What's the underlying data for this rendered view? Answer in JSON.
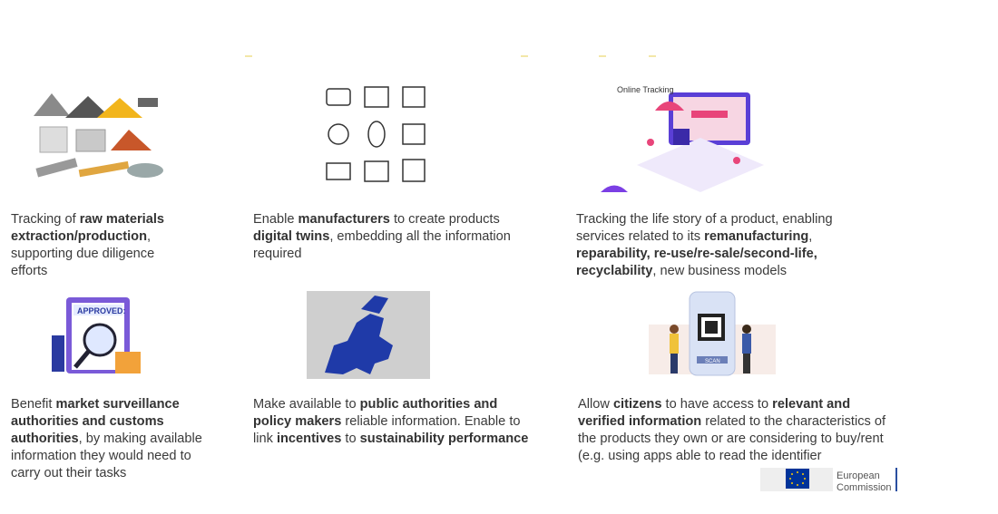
{
  "blocks": [
    {
      "id": "raw-materials",
      "segments": [
        {
          "t": "Tracking of "
        },
        {
          "t": "raw materials extraction/production",
          "b": true
        },
        {
          "t": ", supporting due diligence efforts"
        }
      ]
    },
    {
      "id": "manufacturers",
      "segments": [
        {
          "t": "Enable "
        },
        {
          "t": "manufacturers",
          "b": true
        },
        {
          "t": " to create products "
        },
        {
          "t": "digital twins",
          "b": true
        },
        {
          "t": ", embedding all the information required"
        }
      ]
    },
    {
      "id": "life-story",
      "segments": [
        {
          "t": "Tracking the life story of a product, enabling services related to its "
        },
        {
          "t": "remanufacturing",
          "b": true
        },
        {
          "t": ", "
        },
        {
          "t": "reparability, re-use/re-sale/second-life, recyclability",
          "b": true
        },
        {
          "t": ", new business models"
        }
      ]
    },
    {
      "id": "market-surveillance",
      "segments": [
        {
          "t": "Benefit "
        },
        {
          "t": "market surveillance authorities and customs authorities",
          "b": true
        },
        {
          "t": ", by making available information they would need to carry out their tasks"
        }
      ]
    },
    {
      "id": "public-authorities",
      "segments": [
        {
          "t": "Make available to "
        },
        {
          "t": "public authorities and policy makers",
          "b": true
        },
        {
          "t": " reliable information. Enable to link "
        },
        {
          "t": "incentives",
          "b": true
        },
        {
          "t": " to "
        },
        {
          "t": "sustainability performance",
          "b": true
        }
      ]
    },
    {
      "id": "citizens",
      "segments": [
        {
          "t": "Allow "
        },
        {
          "t": "citizens",
          "b": true
        },
        {
          "t": " to have access to "
        },
        {
          "t": "relevant and verified information",
          "b": true
        },
        {
          "t": " related to the characteristics of the products they own or are considering to buy/rent (e.g. using apps able to read the identifier"
        }
      ]
    }
  ],
  "images": {
    "online_tracking_label": "Online Tracking",
    "approved_label": "APPROVED:",
    "scan_label": "SCAN"
  },
  "logo": {
    "line1": "European",
    "line2": "Commission"
  },
  "colors": {
    "eu_blue": "#003399",
    "eu_gold": "#ffcc00",
    "purple": "#7b3fe4",
    "pink": "#e8457a"
  }
}
